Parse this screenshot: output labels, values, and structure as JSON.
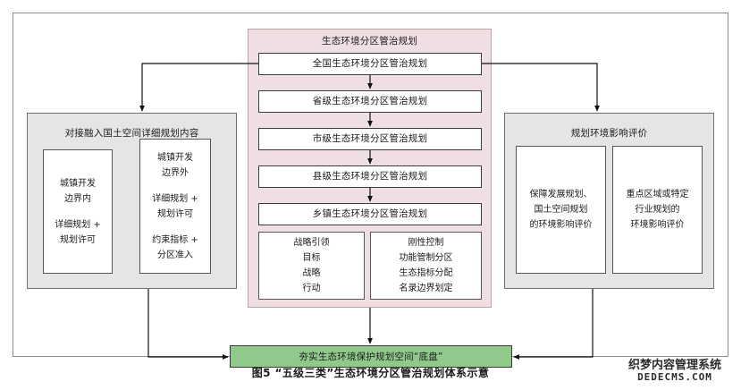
{
  "figure": {
    "caption": "图5  “五级三类”生态环境分区管治规划体系示意"
  },
  "center_panel": {
    "title": "生态环境分区管治规划",
    "background_color": "#f0dfe2",
    "chain": [
      {
        "label": "全国生态环境分区管治规划"
      },
      {
        "label": "省级生态环境分区管治规划"
      },
      {
        "label": "市级生态环境分区管治规划"
      },
      {
        "label": "县级生态环境分区管治规划"
      },
      {
        "label": "乡镇生态环境分区管治规划"
      }
    ],
    "bottom_cards": [
      {
        "name": "strategy-guidance",
        "lines": [
          "战略引领",
          "目标",
          "战略",
          "行动"
        ]
      },
      {
        "name": "rigid-control",
        "lines": [
          "刚性控制",
          "功能管制分区",
          "生态指标分配",
          "名录边界划定"
        ]
      }
    ]
  },
  "left_panel": {
    "title": "对接融入国土空间详细规划内容",
    "background_color": "#e4e5e7",
    "cards": [
      {
        "name": "inside-urban-boundary",
        "head": [
          "城镇开发",
          "边界内"
        ],
        "body": [
          "详细规划 +",
          "规划许可"
        ]
      },
      {
        "name": "outside-urban-boundary",
        "head": [
          "城镇开发",
          "边界外"
        ],
        "body": [
          "详细规划 +",
          "规划许可"
        ],
        "body2": [
          "约束指标 +",
          "分区准入"
        ]
      }
    ]
  },
  "right_panel": {
    "title": "规划环境影响评价",
    "background_color": "#e4e5e7",
    "cards": [
      {
        "name": "development-and-territorial-plan-eia",
        "lines": [
          "保障发展规划、",
          "国土空间规划",
          "的环境影响评价"
        ]
      },
      {
        "name": "key-region-or-sector-plan-eia",
        "lines": [
          "重点区域或特定",
          "行业规划的",
          "环境影响评价"
        ]
      }
    ]
  },
  "bottom_bar": {
    "label": "夯实生态环境保护规划空间“底盘”",
    "color": "#8fca8b"
  },
  "watermark": {
    "cn": "织梦内容管理系统",
    "en": "DEDECMS.COM"
  }
}
